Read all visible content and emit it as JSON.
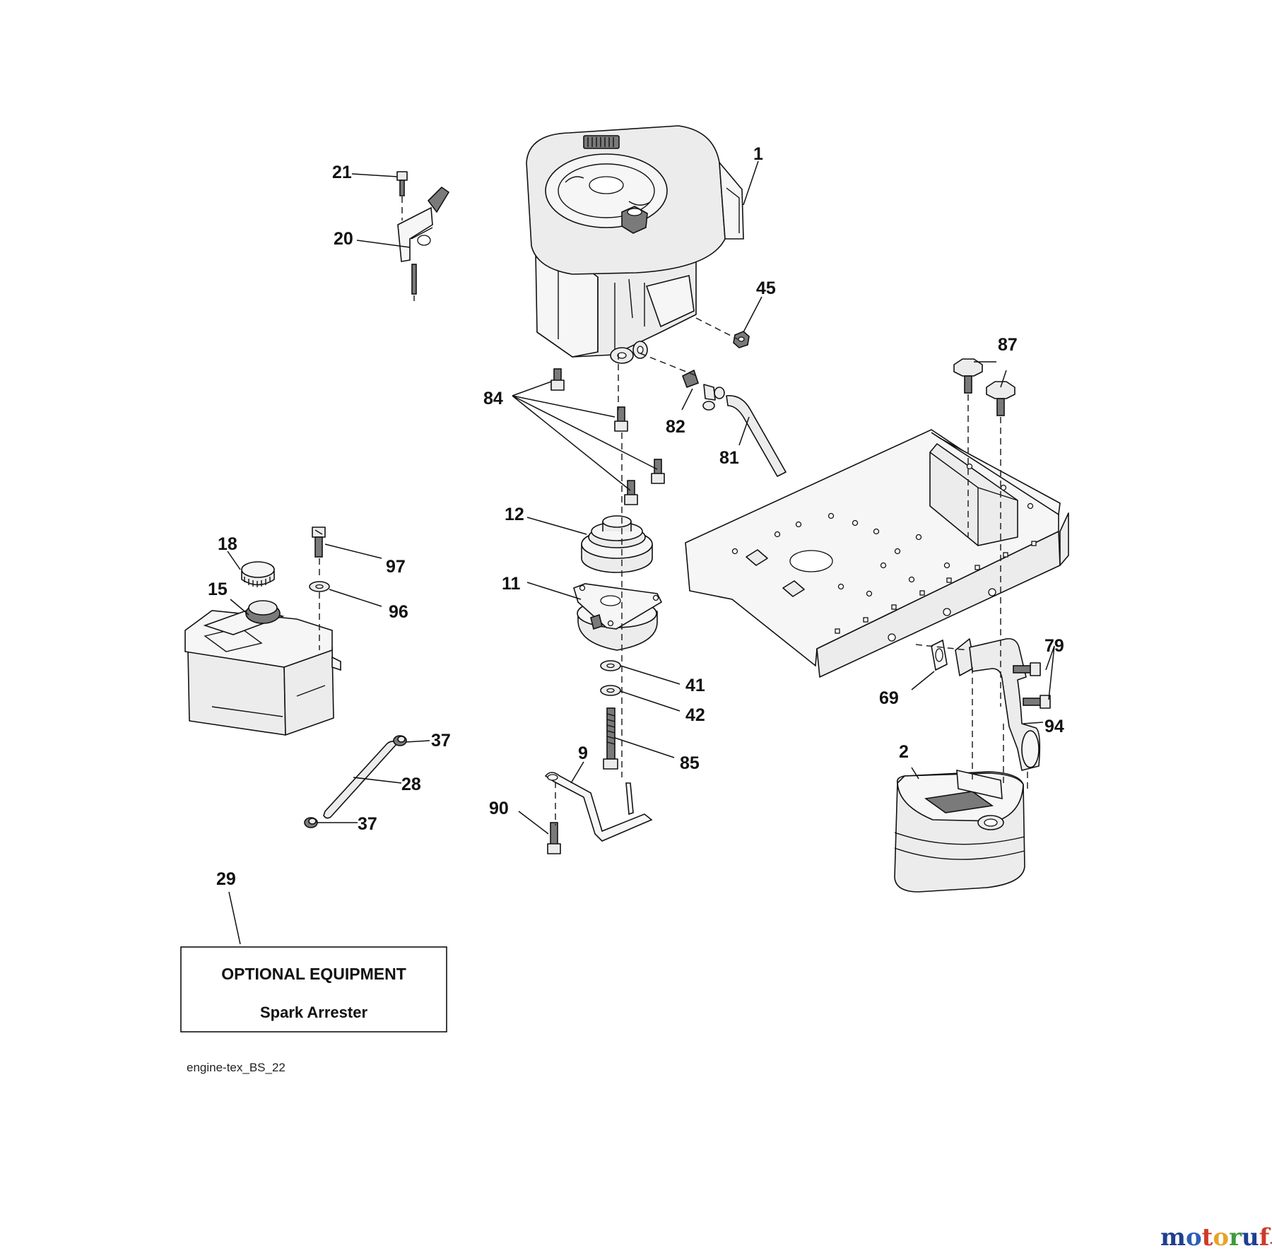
{
  "callouts": [
    {
      "id": "c1",
      "text": "1"
    },
    {
      "id": "c2",
      "text": "2"
    },
    {
      "id": "c9",
      "text": "9"
    },
    {
      "id": "c11",
      "text": "11"
    },
    {
      "id": "c12",
      "text": "12"
    },
    {
      "id": "c15",
      "text": "15"
    },
    {
      "id": "c18",
      "text": "18"
    },
    {
      "id": "c20",
      "text": "20"
    },
    {
      "id": "c21",
      "text": "21"
    },
    {
      "id": "c28",
      "text": "28"
    },
    {
      "id": "c29",
      "text": "29"
    },
    {
      "id": "c37a",
      "text": "37"
    },
    {
      "id": "c37b",
      "text": "37"
    },
    {
      "id": "c41",
      "text": "41"
    },
    {
      "id": "c42",
      "text": "42"
    },
    {
      "id": "c45",
      "text": "45"
    },
    {
      "id": "c69",
      "text": "69"
    },
    {
      "id": "c79",
      "text": "79"
    },
    {
      "id": "c81",
      "text": "81"
    },
    {
      "id": "c82",
      "text": "82"
    },
    {
      "id": "c84",
      "text": "84"
    },
    {
      "id": "c85",
      "text": "85"
    },
    {
      "id": "c87",
      "text": "87"
    },
    {
      "id": "c90",
      "text": "90"
    },
    {
      "id": "c94",
      "text": "94"
    },
    {
      "id": "c96",
      "text": "96"
    },
    {
      "id": "c97",
      "text": "97"
    }
  ],
  "optional_box": {
    "title": "OPTIONAL EQUIPMENT",
    "item": "Spark Arrester"
  },
  "drawing_code": "engine-tex_BS_22",
  "watermark": {
    "main": "motoruf",
    "suffix": ".de",
    "colors": [
      "#1f3f8f",
      "#2d5fb8",
      "#d03a2a",
      "#e6a32a",
      "#3c9a3c",
      "#1f3f8f",
      "#d03a2a"
    ]
  }
}
